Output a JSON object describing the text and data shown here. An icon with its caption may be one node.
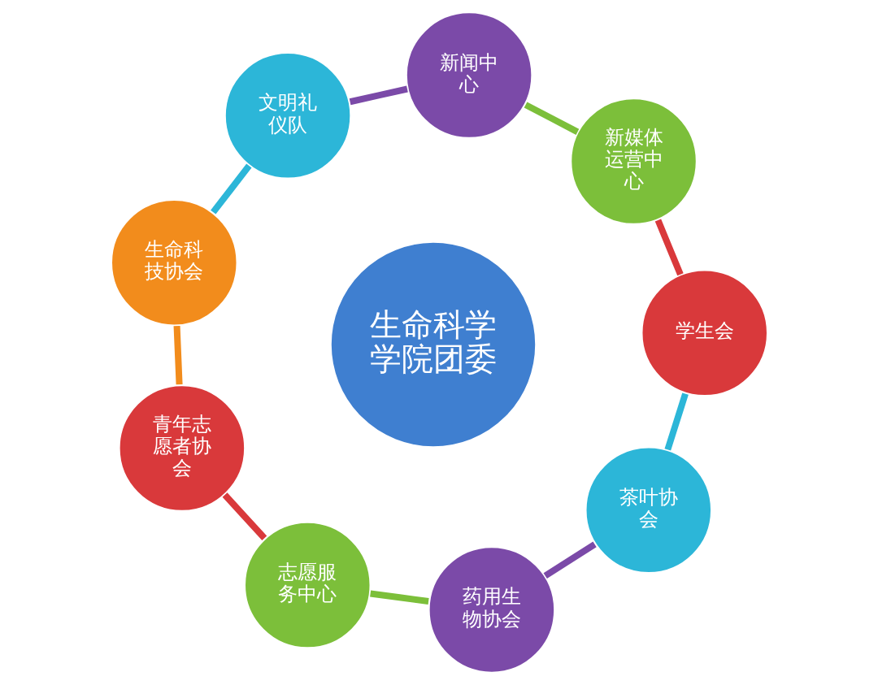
{
  "diagram": {
    "nodes": [
      {
        "text": [
          "生命科学学院团委"
        ]
      },
      {
        "text": [
          "学生会"
        ]
      },
      {
        "text": [
          "新媒体运营中心"
        ]
      },
      {
        "text": [
          "新闻中心"
        ]
      },
      {
        "text": [
          "文明礼仪队"
        ]
      },
      {
        "text": [
          "生命科技协会"
        ]
      },
      {
        "text": [
          "青年志愿者协会"
        ]
      },
      {
        "text": [
          "志愿服务中心"
        ]
      },
      {
        "text": [
          "药用生物协会"
        ]
      },
      {
        "text": [
          "茶叶协会"
        ]
      }
    ],
    "edges": [
      {
        "from": 1,
        "to": 2,
        "arrow": "none",
        "color": "#d9393b"
      },
      {
        "from": 2,
        "to": 3,
        "arrow": "none",
        "color": "#7cbf3a"
      },
      {
        "from": 3,
        "to": 4,
        "arrow": "none",
        "color": "#7b4aa8"
      },
      {
        "from": 4,
        "to": 5,
        "arrow": "none",
        "color": "#2cb6d8"
      },
      {
        "from": 5,
        "to": 6,
        "arrow": "none",
        "color": "#f28c1c"
      },
      {
        "from": 6,
        "to": 7,
        "arrow": "none",
        "color": "#d9393b"
      },
      {
        "from": 7,
        "to": 8,
        "arrow": "none",
        "color": "#7cbf3a"
      },
      {
        "from": 8,
        "to": 9,
        "arrow": "none",
        "color": "#7b4aa8"
      },
      {
        "from": 9,
        "to": 1,
        "arrow": "none",
        "color": "#2cb6d8"
      }
    ]
  }
}
